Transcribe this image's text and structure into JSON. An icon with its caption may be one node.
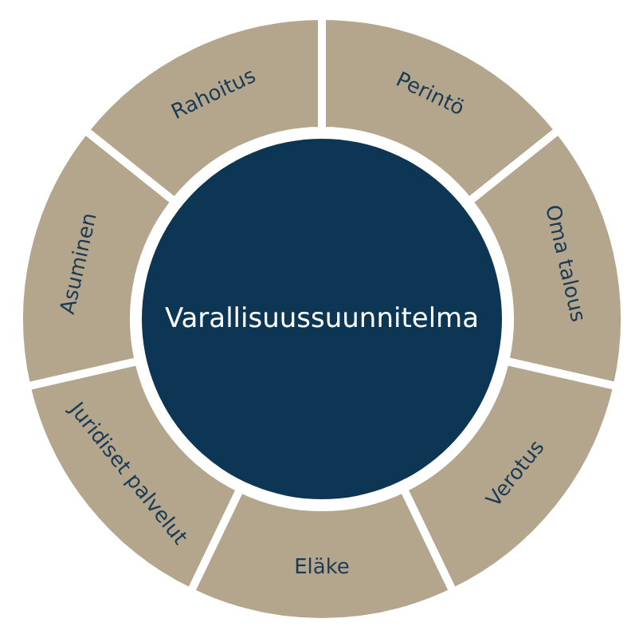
{
  "diagram": {
    "nodes": [
      {
        "text": [
          "Perintö"
        ]
      },
      {
        "text": [
          "Oma talous"
        ]
      },
      {
        "text": [
          "Verotus"
        ]
      },
      {
        "text": [
          "Eläke"
        ]
      },
      {
        "text": [
          "Juridiset palvelut"
        ]
      },
      {
        "text": [
          "Asuminen"
        ]
      },
      {
        "text": [
          "Rahoitus"
        ]
      },
      {
        "text": [
          "Varallisuussuunnitelma"
        ]
      }
    ]
  }
}
